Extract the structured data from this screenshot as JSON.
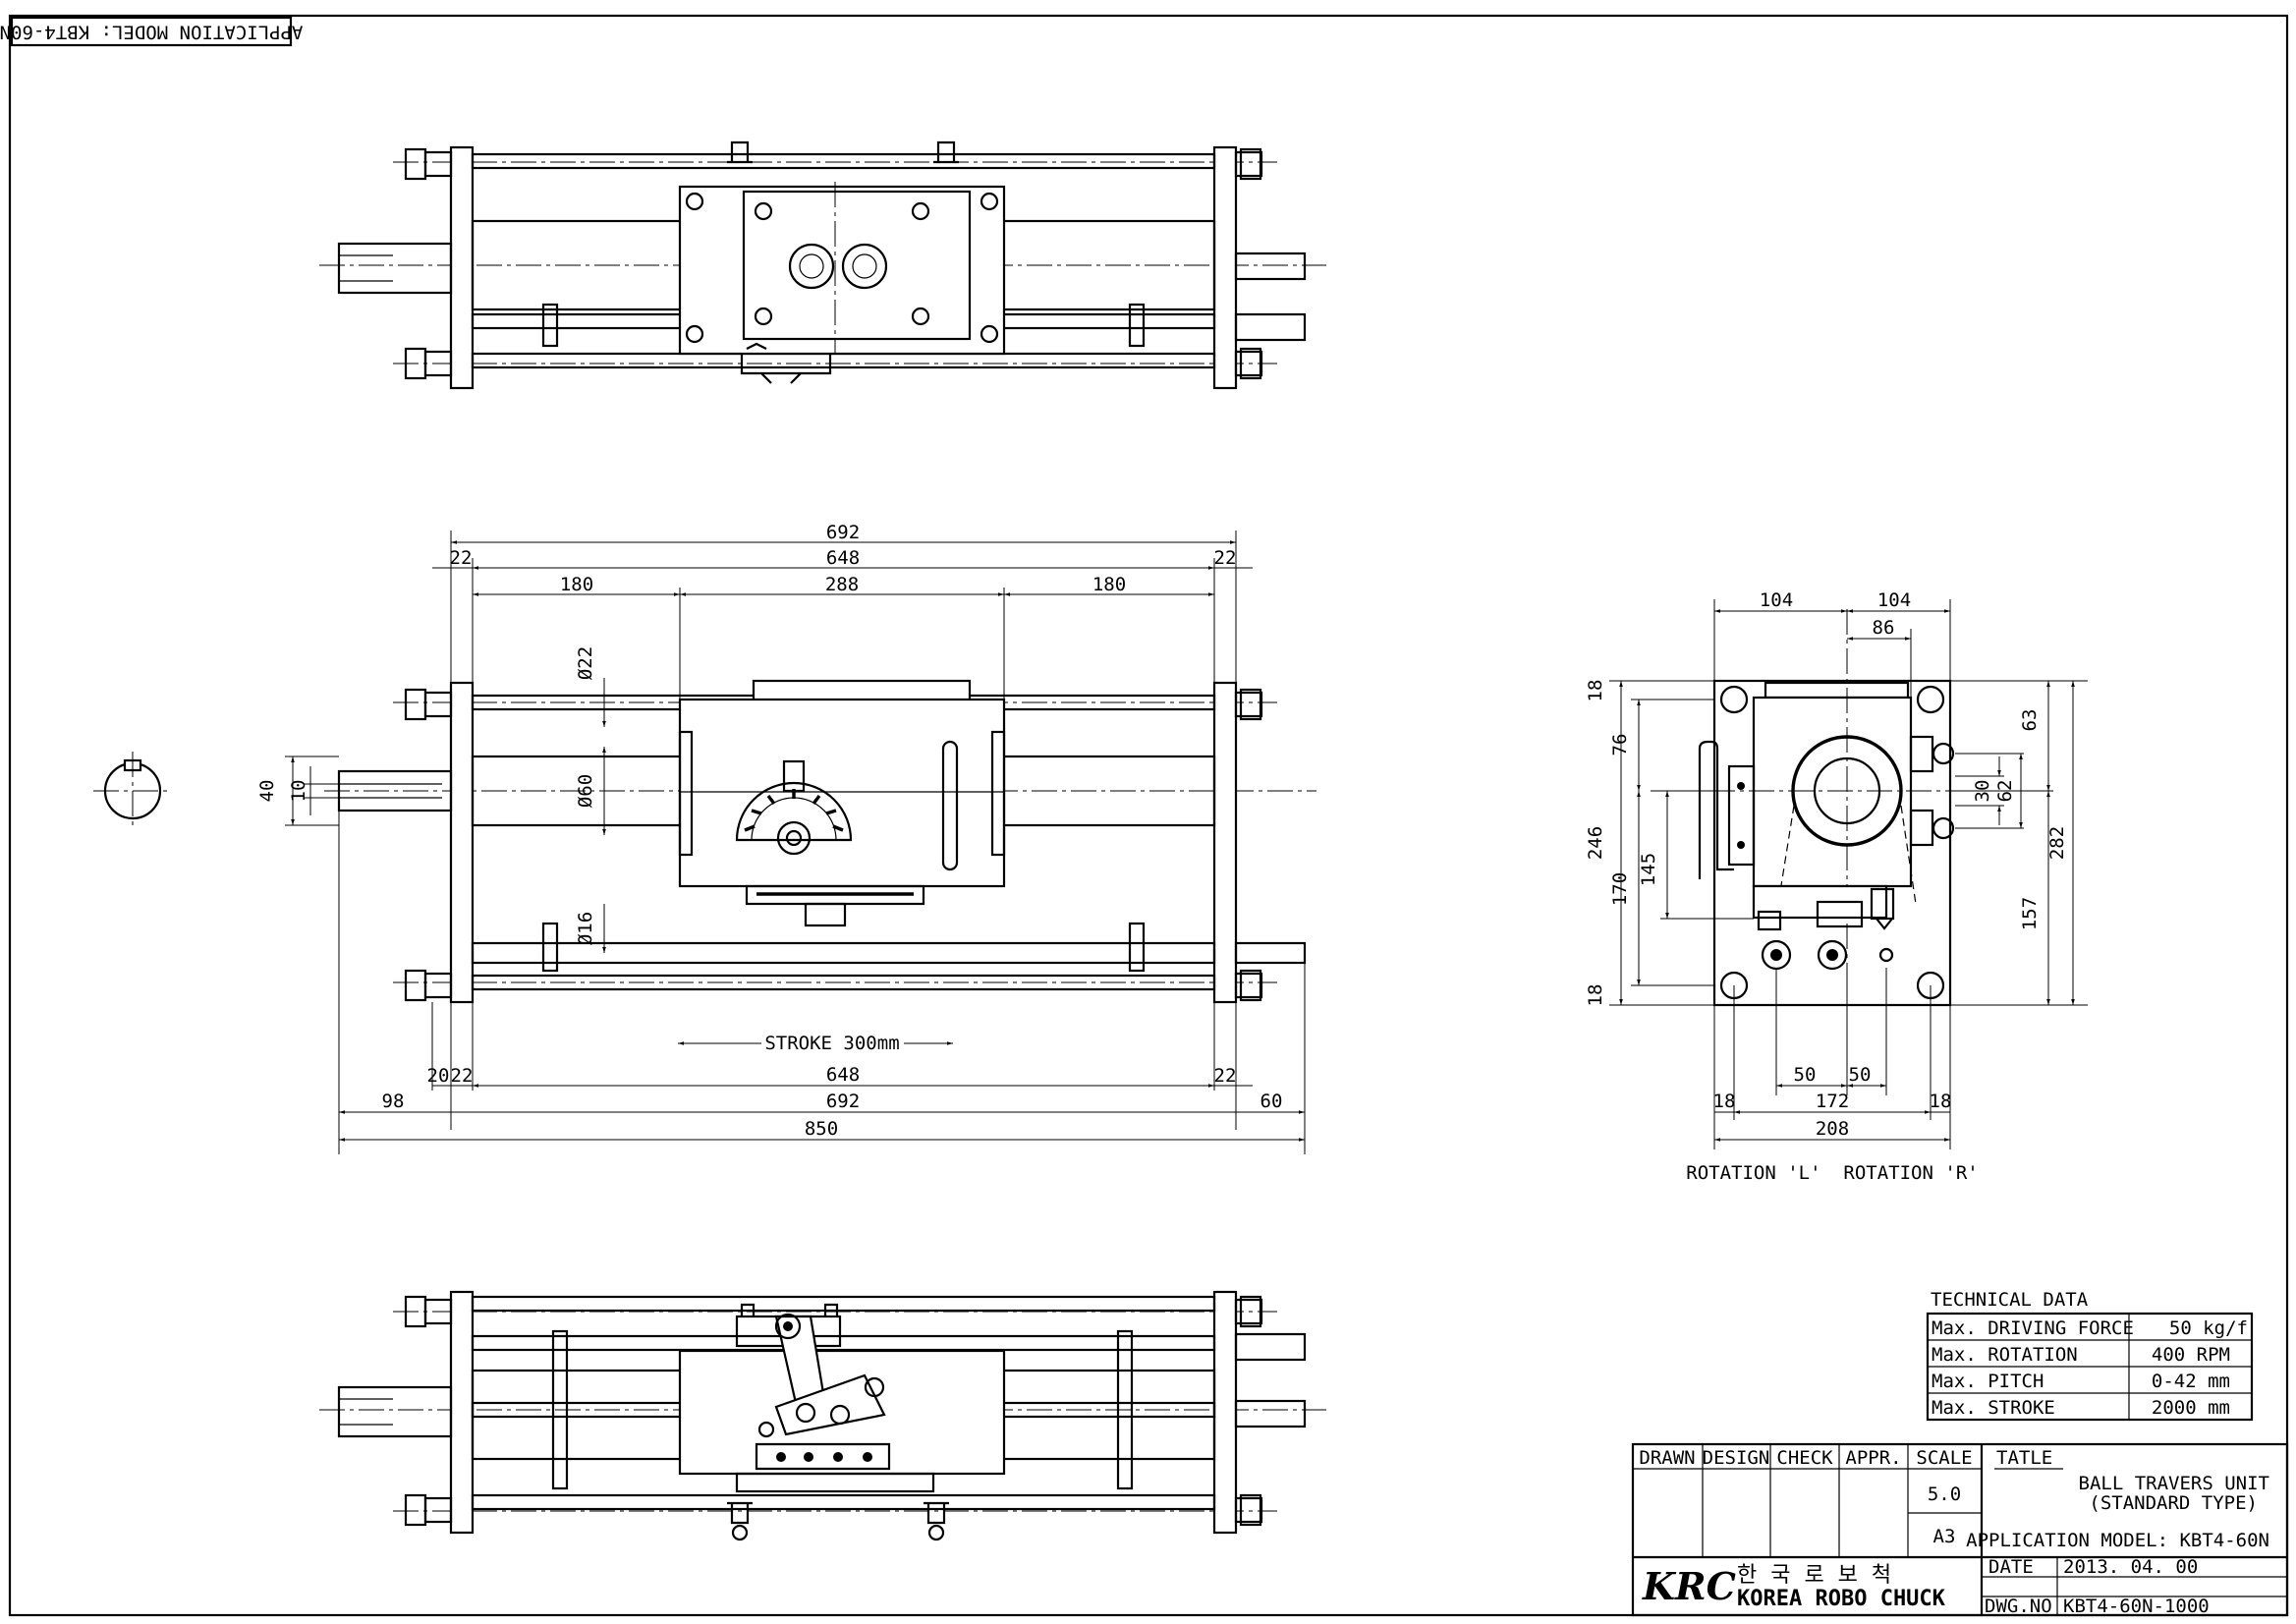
{
  "application_stamp": "APPLICATION MODEL: KBT4-60N",
  "front_view": {
    "dims_top": [
      "692",
      "648",
      "180",
      "288",
      "180",
      "22",
      "22"
    ],
    "dims_bottom": [
      "98",
      "20",
      "22",
      "648",
      "22",
      "60",
      "692",
      "850"
    ],
    "dims_side": [
      "40",
      "10",
      "Ø22",
      "Ø60",
      "Ø16"
    ],
    "stroke_label": "STROKE 300mm"
  },
  "side_view": {
    "dims_top": [
      "104",
      "104",
      "86"
    ],
    "dims_left": [
      "18",
      "76",
      "246",
      "170",
      "145",
      "18"
    ],
    "dims_right": [
      "63",
      "30",
      "62",
      "282",
      "157"
    ],
    "dims_bottom": [
      "50",
      "50",
      "18",
      "172",
      "18",
      "208"
    ],
    "rotation_label": "ROTATION 'L'  ROTATION 'R'"
  },
  "technical_data": {
    "title": "TECHNICAL DATA",
    "rows": [
      {
        "label": "Max. DRIVING FORCE",
        "value": "50 kg/f"
      },
      {
        "label": "Max. ROTATION",
        "value": "400 RPM"
      },
      {
        "label": "Max. PITCH",
        "value": "0-42 mm"
      },
      {
        "label": "Max. STROKE",
        "value": "2000 mm"
      }
    ]
  },
  "title_block": {
    "headers": [
      "DRAWN",
      "DESIGN",
      "CHECK",
      "APPR.",
      "SCALE"
    ],
    "scale": "5.0",
    "paper": "A3",
    "title_label": "TATLE",
    "title_line1": "BALL TRAVERS UNIT",
    "title_line2": "(STANDARD TYPE)",
    "application": "APPLICATION MODEL: KBT4-60N",
    "logo": "KRC",
    "company_korean": "한  국  로  보  척",
    "company_english": "KOREA ROBO CHUCK",
    "date_label": "DATE",
    "date_value": "2013. 04. 00",
    "dwg_label": "DWG.NO",
    "dwg_value": "KBT4-60N-1000"
  }
}
